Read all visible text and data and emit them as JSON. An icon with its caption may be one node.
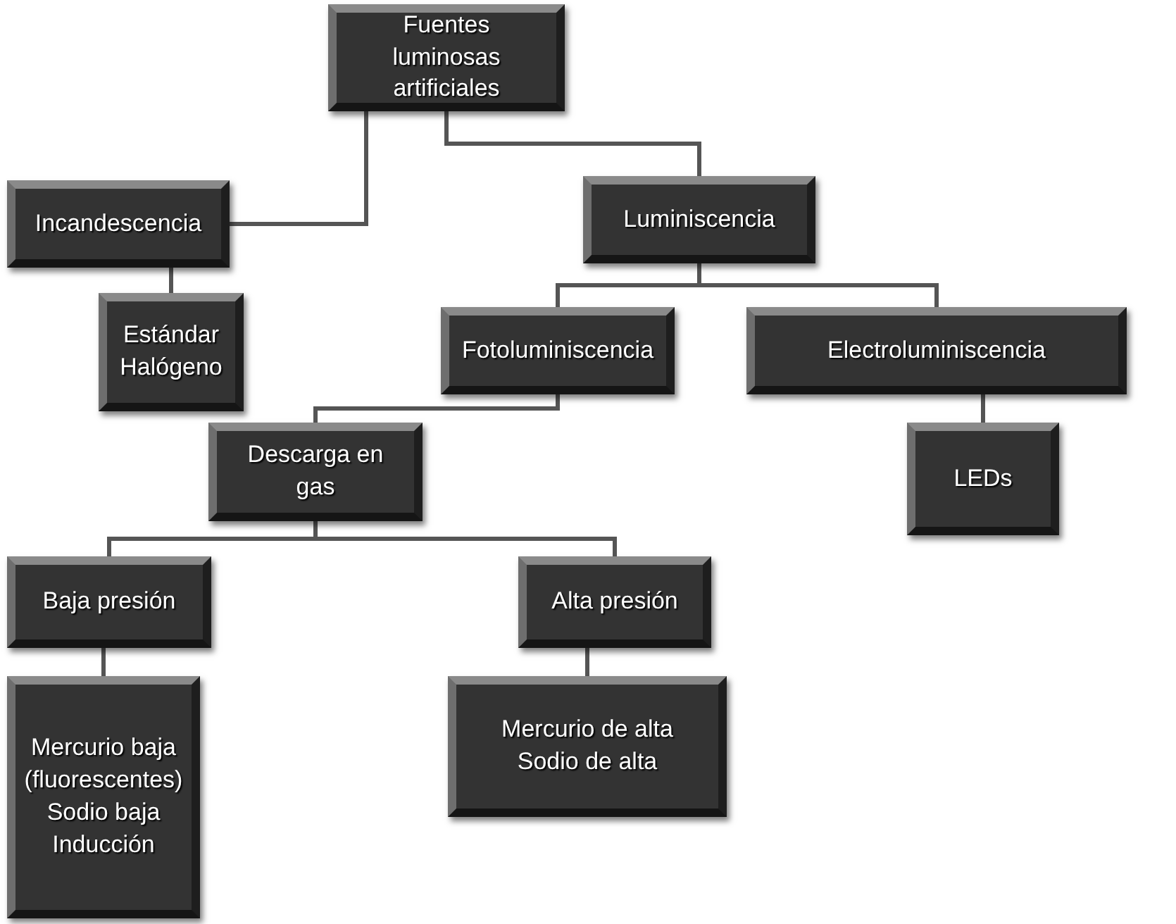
{
  "diagram": {
    "nodes": [
      {
        "text": [
          "Fuentes luminosas artificiales"
        ]
      },
      {
        "text": [
          "Incandescencia"
        ]
      },
      {
        "text": [
          "Luminiscencia"
        ]
      },
      {
        "text": [
          "Estándar",
          "Halógeno"
        ]
      },
      {
        "text": [
          "Fotoluminiscencia"
        ]
      },
      {
        "text": [
          "Electroluminiscencia"
        ]
      },
      {
        "text": [
          "LEDs"
        ]
      },
      {
        "text": [
          "Descarga en gas"
        ]
      },
      {
        "text": [
          "Baja presión"
        ]
      },
      {
        "text": [
          "Alta presión"
        ]
      },
      {
        "text": [
          "Mercurio baja (fluorescentes)",
          "Sodio baja",
          "Inducción"
        ]
      },
      {
        "text": [
          "Mercurio de alta",
          "Sodio de alta"
        ]
      }
    ],
    "edges": [
      {
        "from": 0,
        "to": 1,
        "arrow": "none"
      },
      {
        "from": 0,
        "to": 2,
        "arrow": "none"
      },
      {
        "from": 1,
        "to": 3,
        "arrow": "none"
      },
      {
        "from": 2,
        "to": 4,
        "arrow": "none"
      },
      {
        "from": 2,
        "to": 5,
        "arrow": "none"
      },
      {
        "from": 5,
        "to": 6,
        "arrow": "none"
      },
      {
        "from": 4,
        "to": 7,
        "arrow": "none"
      },
      {
        "from": 7,
        "to": 8,
        "arrow": "none"
      },
      {
        "from": 7,
        "to": 9,
        "arrow": "none"
      },
      {
        "from": 8,
        "to": 10,
        "arrow": "none"
      },
      {
        "from": 9,
        "to": 11,
        "arrow": "none"
      }
    ]
  }
}
